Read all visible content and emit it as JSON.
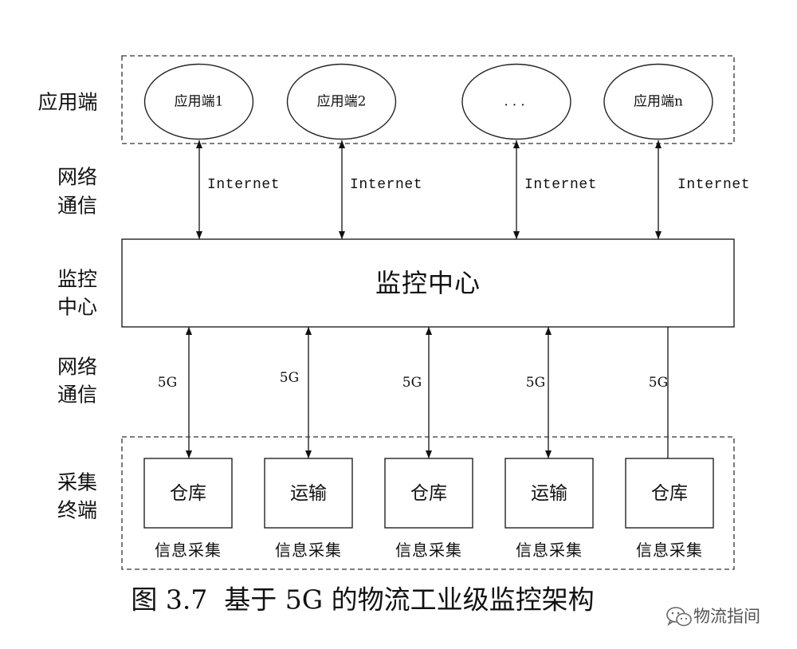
{
  "side_labels": {
    "app_layer": "应用端",
    "network_top": [
      "网络",
      "通信"
    ],
    "monitor_layer": [
      "监控",
      "中心"
    ],
    "network_bottom": [
      "网络",
      "通信"
    ],
    "collect_layer": [
      "采集",
      "终端"
    ]
  },
  "apps": [
    "应用端1",
    "应用端2",
    "...",
    "应用端n"
  ],
  "internet_links": [
    "Internet",
    "Internet",
    "Internet",
    "Internet"
  ],
  "monitor_center": "监控中心",
  "links_5g": [
    "5G",
    "5G",
    "5G",
    "5G",
    "5G"
  ],
  "terminals": [
    {
      "name": "仓库",
      "caption": "信息采集"
    },
    {
      "name": "运输",
      "caption": "信息采集"
    },
    {
      "name": "仓库",
      "caption": "信息采集"
    },
    {
      "name": "运输",
      "caption": "信息采集"
    },
    {
      "name": "仓库",
      "caption": "信息采集"
    }
  ],
  "figure_caption": "图 3.7  基于 5G 的物流工业级监控架构",
  "watermark": "物流指间",
  "icons": {
    "watermark_logo": "wechat-icon"
  }
}
